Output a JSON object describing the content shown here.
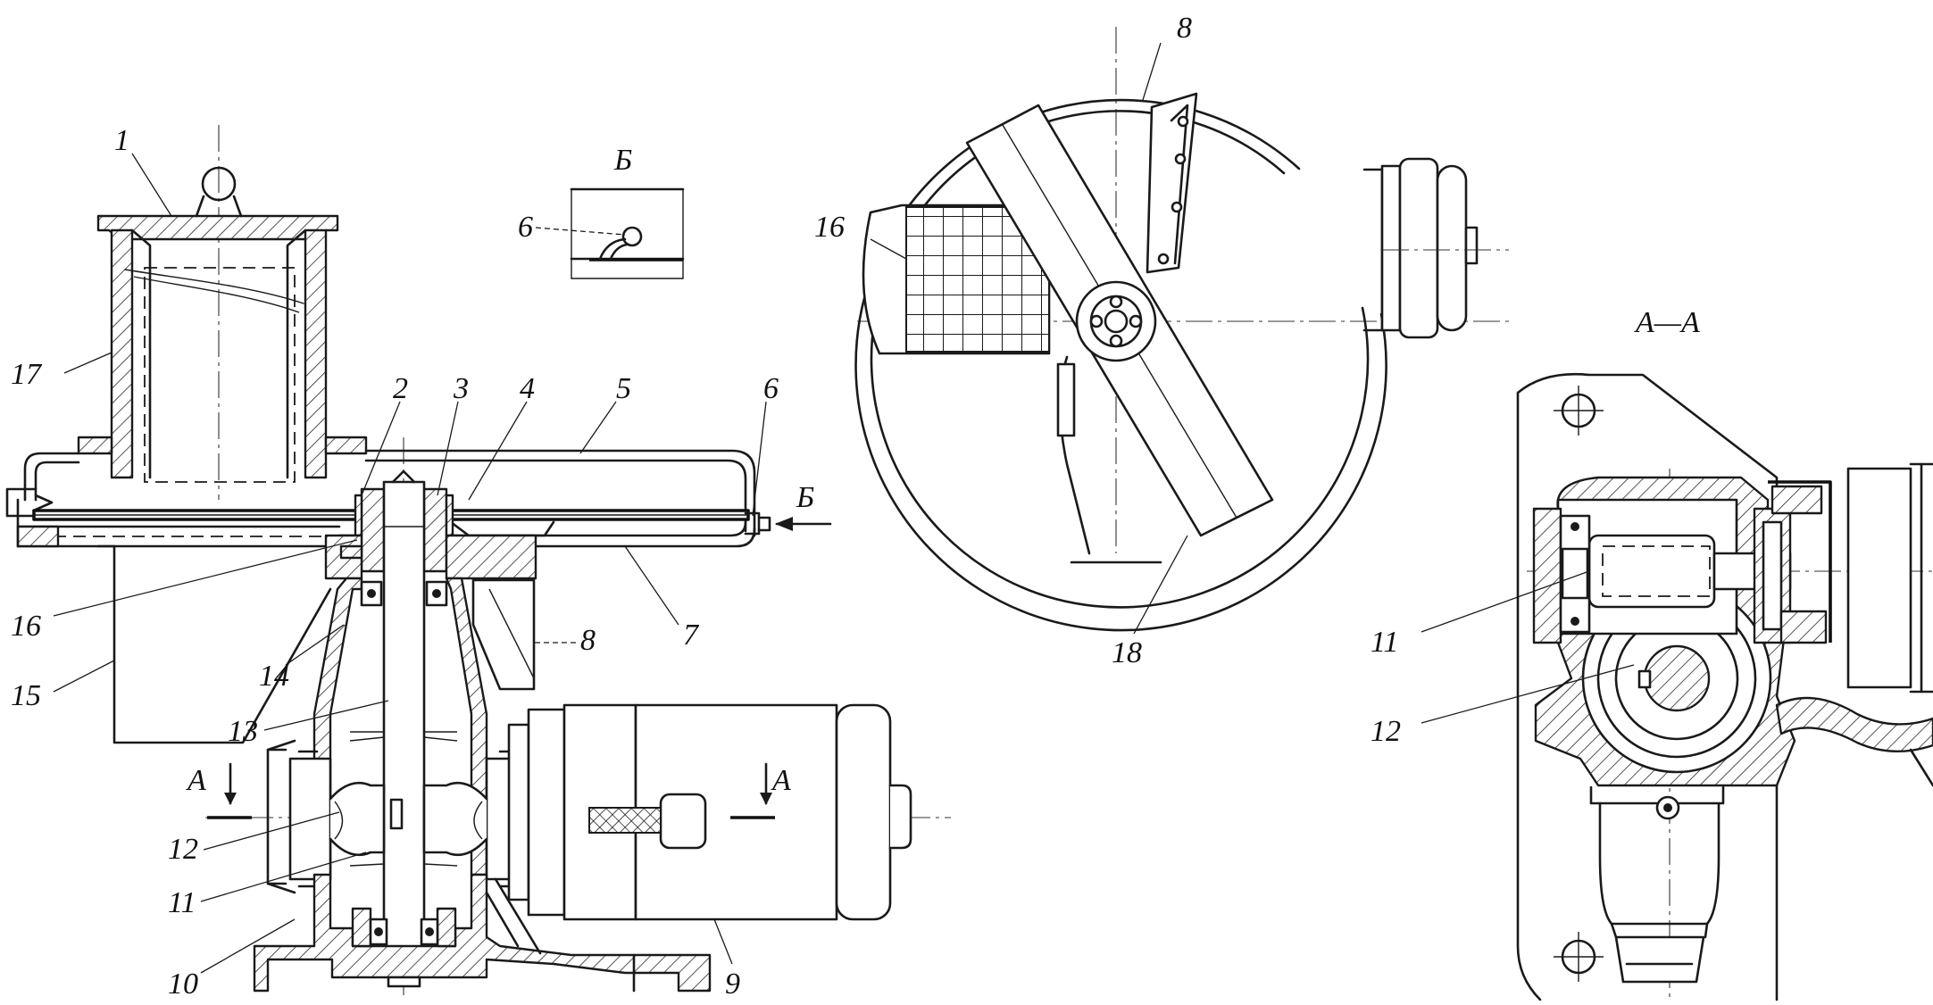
{
  "views": {
    "section_letter_b": "Б",
    "section_a_a": "А—А",
    "section_letter_a": "А"
  },
  "callouts": {
    "c1": "1",
    "c2": "2",
    "c3": "3",
    "c4": "4",
    "c5": "5",
    "c6": "6",
    "c7": "7",
    "c8": "8",
    "c9": "9",
    "c10": "10",
    "c11": "11",
    "c12": "12",
    "c13": "13",
    "c14": "14",
    "c15": "15",
    "c16": "16",
    "c17": "17",
    "c18": "18"
  },
  "colors": {
    "ink": "#1a1a1a",
    "paper": "#ffffff"
  }
}
